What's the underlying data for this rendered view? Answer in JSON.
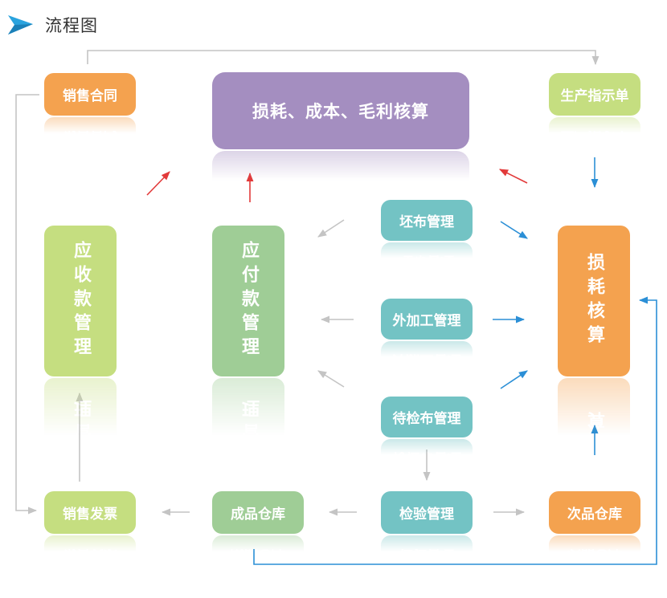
{
  "header": {
    "title": "流程图",
    "icon": "arrowhead-icon",
    "icon_color": "#2aa3de"
  },
  "colors": {
    "orange": "#f4a24f",
    "lime": "#c5de80",
    "purple": "#a48ec0",
    "green": "#9fcd96",
    "teal": "#73c3c4",
    "gray_arrow": "#c4c4c4",
    "red_arrow": "#e23a3a",
    "blue_arrow": "#2b8fd6"
  },
  "nodes": {
    "sales_contract": "销售合同",
    "production_order": "生产指示单",
    "loss_cost_margin": "损耗、成本、毛利核算",
    "receivable": "应收款管理",
    "payable": "应付款管理",
    "loss_calc": "损耗核算",
    "greige_mgmt": "坯布管理",
    "outsource_mgmt": "外加工管理",
    "pending_inspect_mgmt": "待检布管理",
    "sales_invoice": "销售发票",
    "finished_goods": "成品仓库",
    "inspection_mgmt": "检验管理",
    "defective_goods": "次品仓库"
  }
}
